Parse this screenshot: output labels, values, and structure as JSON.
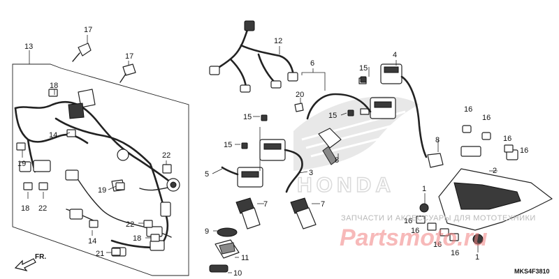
{
  "callouts": {
    "n1a": "1",
    "n1b": "1",
    "n2": "2",
    "n3": "3",
    "n4": "4",
    "n5": "5",
    "n6": "6",
    "n7a": "7",
    "n7b": "7",
    "n8a": "8",
    "n8b": "8",
    "n9": "9",
    "n10": "10",
    "n11": "11",
    "n12": "12",
    "n13": "13",
    "n14a": "14",
    "n14b": "14",
    "n15a": "15",
    "n15b": "15",
    "n15c": "15",
    "n15d": "15",
    "n16a": "16",
    "n16b": "16",
    "n16c": "16",
    "n16d": "16",
    "n16e": "16",
    "n16f": "16",
    "n16g": "16",
    "n16h": "16",
    "n17a": "17",
    "n17b": "17",
    "n18a": "18",
    "n18b": "18",
    "n18c": "18",
    "n19a": "19",
    "n19b": "19",
    "n20": "20",
    "n21": "21",
    "n22a": "22",
    "n22b": "22",
    "n22c": "22"
  },
  "direction_label": "FR.",
  "diagram_code": "MKS4F3810",
  "watermark": {
    "brand": "HONDA",
    "tagline": "ЗАПЧАСТИ И АКСЕССУАРЫ ДЛЯ МОТОТЕХНИКИ",
    "site": "Partsmoto.ru"
  },
  "colors": {
    "ink": "#222222",
    "watermark_brand": "#f08080",
    "watermark_logo": "#d9d9d9"
  }
}
